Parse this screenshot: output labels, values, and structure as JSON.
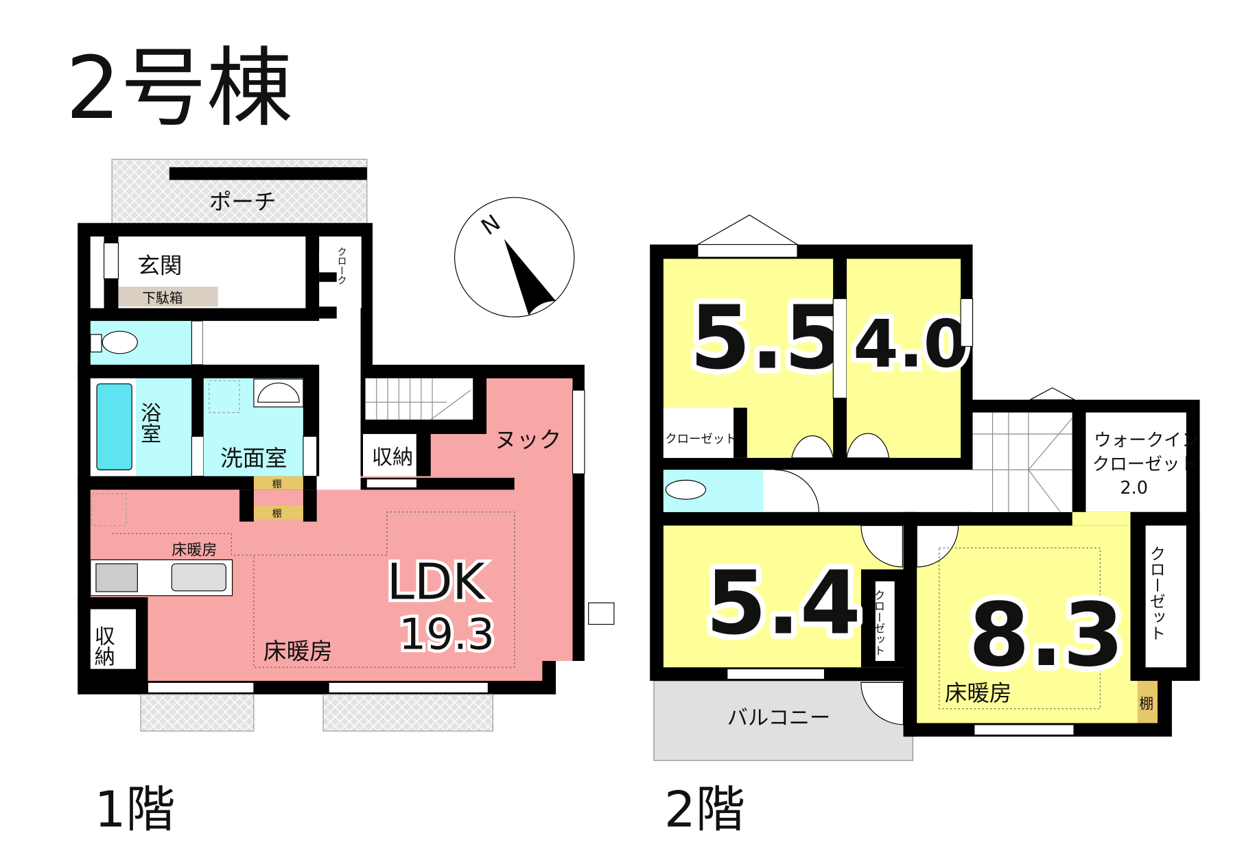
{
  "title": "2号棟",
  "compass": {
    "north": "N"
  },
  "floor1": {
    "label": "1階",
    "porch": "ポーチ",
    "entrance": "玄関",
    "shoe_cabinet": "下駄箱",
    "cloak": "クローク",
    "bath": "浴室",
    "washroom": "洗面室",
    "storage1": "収納",
    "nook": "ヌック",
    "shelf1": "棚",
    "shelf2": "棚",
    "kitchen_floor_heating": "床暖房",
    "ldk": "LDK",
    "ldk_size": "19.3",
    "ldk_floor_heating": "床暖房",
    "storage2": "収納"
  },
  "floor2": {
    "label": "2階",
    "room_a": "5.5",
    "room_b": "4.0",
    "room_a_closet": "クローゼット",
    "wic": "ウォークイン",
    "wic2": "クローゼット",
    "wic_size": "2.0",
    "room_c": "5.4",
    "room_c_closet": "クローゼット",
    "room_d": "8.3",
    "room_d_closet": "クローゼット",
    "room_d_floor_heating": "床暖房",
    "shelf": "棚",
    "balcony": "バルコニー"
  },
  "colors": {
    "yellow": "#ffff99",
    "pink": "#f8a7a7",
    "cyan": "#bdfcfc",
    "shelf": "#e6c86a",
    "shoe": "#d9cfc2",
    "gray": "#e0e0e0"
  }
}
